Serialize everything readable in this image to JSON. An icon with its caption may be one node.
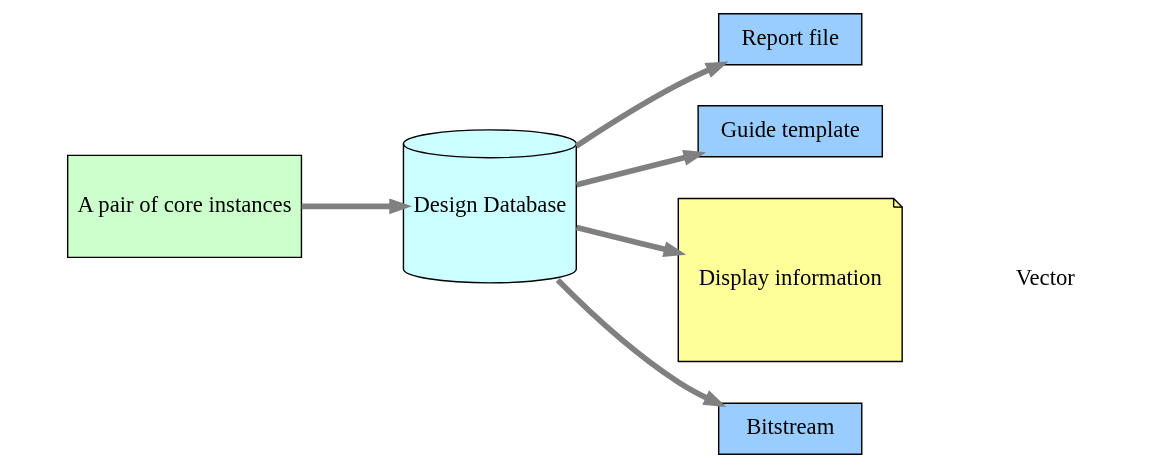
{
  "diagram": {
    "nodes": [
      {
        "text": [
          "A pair of core instances"
        ]
      },
      {
        "text": [
          "Design Database"
        ]
      },
      {
        "text": [
          "Report file"
        ]
      },
      {
        "text": [
          "Guide template"
        ]
      },
      {
        "text": [
          "Display information"
        ]
      },
      {
        "text": [
          "Bitstream"
        ]
      }
    ],
    "edges": [
      {
        "from": 0,
        "to": 1,
        "arrow": "to"
      },
      {
        "from": 1,
        "to": 2,
        "arrow": "to"
      },
      {
        "from": 1,
        "to": 3,
        "arrow": "to"
      },
      {
        "from": 1,
        "to": 4,
        "arrow": "to"
      },
      {
        "from": 1,
        "to": 5,
        "arrow": "to"
      }
    ],
    "labels": [
      "Vector"
    ]
  }
}
